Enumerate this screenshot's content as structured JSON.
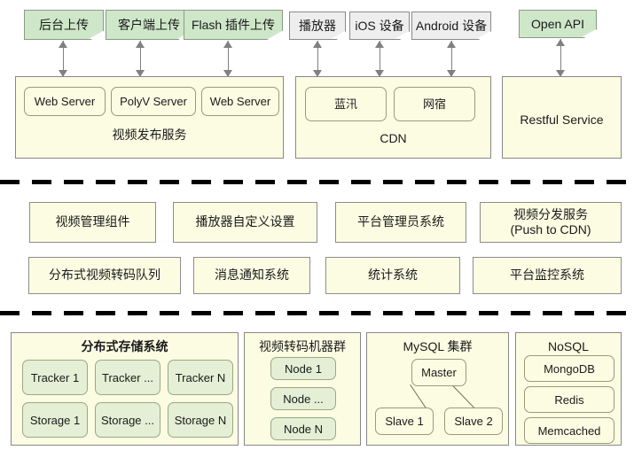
{
  "diagram": {
    "title": "video platform architecture",
    "colors": {
      "note_green": "#cfe7c9",
      "note_gray": "#eeeeee",
      "panel_yellow": "#fcfce3",
      "node_green": "#e4efd5",
      "border": "#888888",
      "arrow": "#808080",
      "separator": "#000000"
    }
  },
  "layer_access": {
    "notes": [
      {
        "label": "后台上传",
        "style": "green"
      },
      {
        "label": "客户端上传",
        "style": "green"
      },
      {
        "label": "Flash 插件上传",
        "style": "green"
      },
      {
        "label": "播放器",
        "style": "gray"
      },
      {
        "label": "iOS 设备",
        "style": "gray"
      },
      {
        "label": "Android 设备",
        "style": "gray"
      },
      {
        "label": "Open API",
        "style": "green"
      }
    ],
    "panels": [
      {
        "title": "视频发布服务",
        "nodes": [
          "Web Server",
          "PolyV Server",
          "Web Server"
        ]
      },
      {
        "title": "CDN",
        "nodes": [
          "蓝汛",
          "网宿"
        ]
      },
      {
        "title": "Restful Service",
        "nodes": []
      }
    ]
  },
  "layer_services": {
    "row1": [
      {
        "line1": "视频管理组件",
        "line2": ""
      },
      {
        "line1": "播放器自定义设置",
        "line2": ""
      },
      {
        "line1": "平台管理员系统",
        "line2": ""
      },
      {
        "line1": "视频分发服务",
        "line2": "(Push to CDN)"
      }
    ],
    "row2": [
      {
        "line1": "分布式视频转码队列",
        "line2": ""
      },
      {
        "line1": "消息通知系统",
        "line2": ""
      },
      {
        "line1": "统计系统",
        "line2": ""
      },
      {
        "line1": "平台监控系统",
        "line2": ""
      }
    ]
  },
  "layer_storage": {
    "groups": [
      {
        "title": "分布式存储系统",
        "node_style": "green",
        "rows": [
          [
            "Tracker 1",
            "Tracker ...",
            "Tracker N"
          ],
          [
            "Storage 1",
            "Storage ...",
            "Storage N"
          ]
        ]
      },
      {
        "title": "视频转码机器群",
        "node_style": "green",
        "nodes": [
          "Node 1",
          "Node ...",
          "Node N"
        ]
      },
      {
        "title": "MySQL 集群",
        "node_style": "yellow",
        "master": "Master",
        "slaves": [
          "Slave 1",
          "Slave 2"
        ]
      },
      {
        "title": "NoSQL",
        "node_style": "yellow",
        "nodes": [
          "MongoDB",
          "Redis",
          "Memcached"
        ]
      }
    ]
  }
}
